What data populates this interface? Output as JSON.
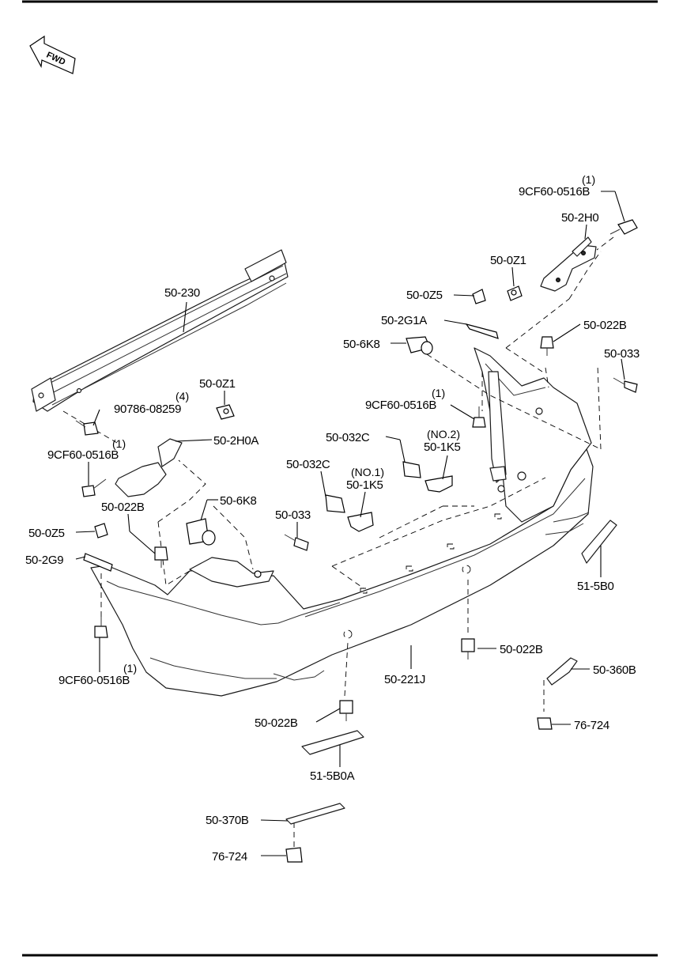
{
  "orientation": {
    "fwd_label": "FWD"
  },
  "parts": {
    "clip_9cf60_top": {
      "qty": "(1)",
      "code": "9CF60-0516B"
    },
    "bracket_50_2h0": {
      "code": "50-2H0"
    },
    "nut_50_0z1_right": {
      "code": "50-0Z1"
    },
    "clip_50_0z5_right": {
      "code": "50-0Z5"
    },
    "spacer_50_2g1a": {
      "code": "50-2G1A"
    },
    "damper_50_6k8_right": {
      "code": "50-6K8"
    },
    "clip_50_022b_upper_right": {
      "code": "50-022B"
    },
    "screw_50_033_right": {
      "code": "50-033"
    },
    "clip_9cf60_mid": {
      "qty": "(1)",
      "code": "9CF60-0516B"
    },
    "reinforcement_50_230": {
      "code": "50-230"
    },
    "bolt_90786": {
      "qty": "(4)",
      "code": "90786-08259"
    },
    "nut_50_0z1_left": {
      "code": "50-0Z1"
    },
    "bracket_50_2h0a": {
      "code": "50-2H0A"
    },
    "clip_9cf60_left": {
      "qty": "(1)",
      "code": "9CF60-0516B"
    },
    "clip_50_022b_left": {
      "code": "50-022B"
    },
    "damper_50_6k8_left": {
      "code": "50-6K8"
    },
    "clip_50_0z5_left": {
      "code": "50-0Z5"
    },
    "spacer_50_2g9": {
      "code": "50-2G9"
    },
    "screw_50_033_left": {
      "code": "50-033"
    },
    "holder_50_032c_left": {
      "code": "50-032C"
    },
    "holder_50_032c_right": {
      "code": "50-032C"
    },
    "bracket_50_1k5_no1": {
      "qty": "(NO.1)",
      "code": "50-1K5"
    },
    "bracket_50_1k5_no2": {
      "qty": "(NO.2)",
      "code": "50-1K5"
    },
    "clip_9cf60_bottom_left": {
      "qty": "(1)",
      "code": "9CF60-0516B"
    },
    "bumper_50_221j": {
      "code": "50-221J"
    },
    "clip_50_022b_lower_center": {
      "code": "50-022B"
    },
    "clip_50_022b_lower": {
      "code": "50-022B"
    },
    "reflector_51_5b0": {
      "code": "51-5B0"
    },
    "reflector_51_5b0a": {
      "code": "51-5B0A"
    },
    "bracket_50_360b": {
      "code": "50-360B"
    },
    "nut_76_724_right": {
      "code": "76-724"
    },
    "bracket_50_370b": {
      "code": "50-370B"
    },
    "nut_76_724_bottom": {
      "code": "76-724"
    }
  }
}
